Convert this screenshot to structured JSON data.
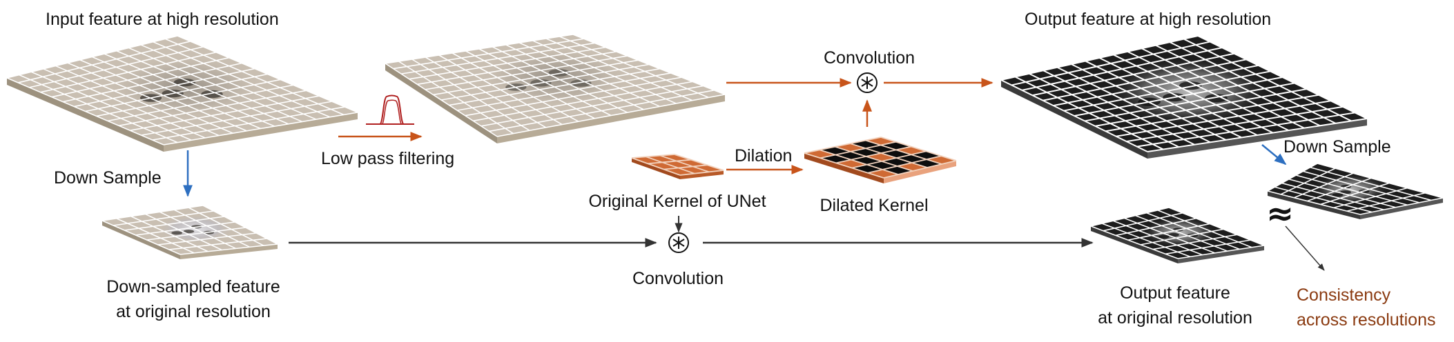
{
  "labels": {
    "input_feature": "Input feature at high resolution",
    "output_feature": "Output feature at high resolution",
    "down_sample_left": "Down Sample",
    "down_sample_right": "Down Sample",
    "low_pass": "Low pass filtering",
    "convolution_top": "Convolution",
    "convolution_bottom": "Convolution",
    "dilation": "Dilation",
    "original_kernel": "Original Kernel of UNet",
    "dilated_kernel": "Dilated Kernel",
    "downsampled_line1": "Down-sampled feature",
    "downsampled_line2": "at original resolution",
    "output_orig_line1": "Output feature",
    "output_orig_line2": "at original resolution",
    "consistency_line1": "Consistency",
    "consistency_line2": "across resolutions",
    "approx_symbol": "≈",
    "conv_symbol": "⊛"
  },
  "colors": {
    "orange_arrow": "#c8541a",
    "blue_arrow": "#2d6fc0",
    "dark_arrow": "#333333",
    "consistency_text": "#8a3a10",
    "kernel_orange": "#cf6a34",
    "dark_grid_face": "#1c1c1c",
    "beige_grid_face": "#c9bfb2"
  },
  "dilated_kernel_pattern": [
    [
      1,
      0,
      1,
      0,
      1
    ],
    [
      0,
      0,
      0,
      0,
      0
    ],
    [
      1,
      0,
      1,
      0,
      1
    ],
    [
      0,
      0,
      0,
      0,
      0
    ],
    [
      1,
      0,
      1,
      0,
      1
    ]
  ]
}
